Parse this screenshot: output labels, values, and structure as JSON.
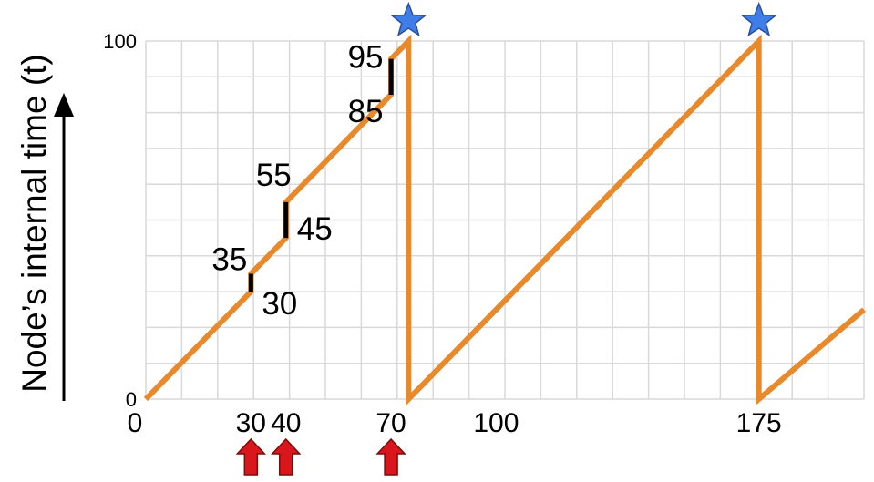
{
  "chart_data": {
    "type": "line",
    "ylabel": "Node’s internal time (t)",
    "xlim": [
      0,
      205
    ],
    "ylim": [
      0,
      100
    ],
    "grid": true,
    "y_ticks": [
      {
        "value": 0,
        "label": "0"
      },
      {
        "value": 100,
        "label": "100"
      }
    ],
    "x_ticks": [
      {
        "value": 0,
        "label": "0",
        "color": "#000000"
      },
      {
        "value": 30,
        "label": "30",
        "color": "#7a1a1a"
      },
      {
        "value": 40,
        "label": "40",
        "color": "#7a1a1a"
      },
      {
        "value": 70,
        "label": "70",
        "color": "#7a1a1a"
      },
      {
        "value": 100,
        "label": "100",
        "color": "#000000"
      },
      {
        "value": 175,
        "label": "175",
        "color": "#000000"
      }
    ],
    "series": [
      {
        "color": "#e8892c",
        "points": [
          {
            "x": 0,
            "y": 0
          },
          {
            "x": 30,
            "y": 30
          },
          {
            "x": 30,
            "y": 35
          },
          {
            "x": 40,
            "y": 45
          },
          {
            "x": 40,
            "y": 55
          },
          {
            "x": 70,
            "y": 85
          },
          {
            "x": 70,
            "y": 95
          },
          {
            "x": 75,
            "y": 100
          },
          {
            "x": 75,
            "y": 0
          },
          {
            "x": 175,
            "y": 100
          },
          {
            "x": 175,
            "y": 0
          },
          {
            "x": 205,
            "y": 25
          }
        ]
      }
    ],
    "jumps": [
      {
        "x": 30,
        "from": 30,
        "to": 35,
        "from_label": "30",
        "to_label": "35"
      },
      {
        "x": 40,
        "from": 45,
        "to": 55,
        "from_label": "45",
        "to_label": "55"
      },
      {
        "x": 70,
        "from": 85,
        "to": 95,
        "from_label": "85",
        "to_label": "95"
      }
    ],
    "stars": [
      {
        "x": 75,
        "y": 100,
        "color": "#3f7ee8"
      },
      {
        "x": 175,
        "y": 100,
        "color": "#3f7ee8"
      }
    ],
    "arrows": [
      {
        "x": 30,
        "color": "#d9161c"
      },
      {
        "x": 40,
        "color": "#d9161c"
      },
      {
        "x": 70,
        "color": "#d9161c"
      }
    ]
  }
}
